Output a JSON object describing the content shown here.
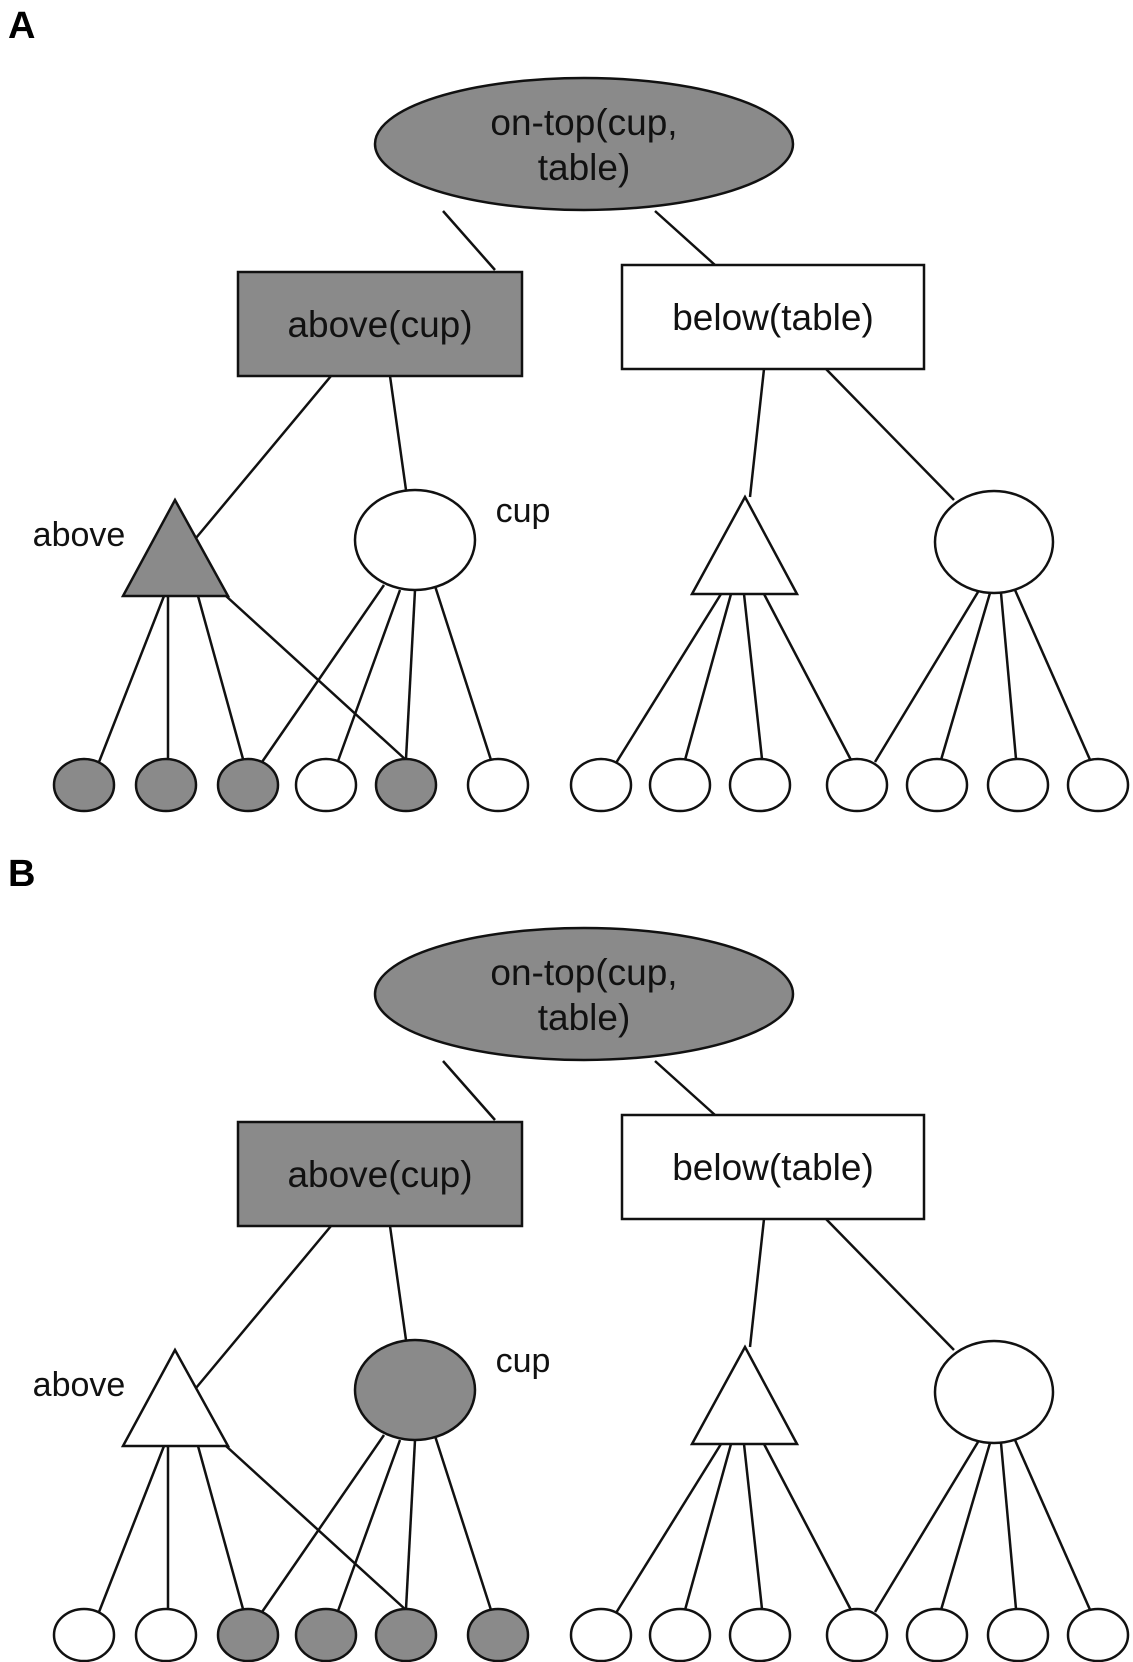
{
  "colors": {
    "active": "#8a8a8a",
    "inactive": "#ffffff",
    "stroke": "#111111"
  },
  "panels": [
    {
      "letter": "A",
      "root": {
        "line1": "on-top(cup,",
        "line2": "table)",
        "active": true
      },
      "left_box": {
        "label": "above(cup)",
        "active": true
      },
      "right_box": {
        "label": "below(table)",
        "active": false
      },
      "left_triangle": {
        "label": "above",
        "active": true
      },
      "left_circle": {
        "label": "cup",
        "active": false
      },
      "right_triangle": {
        "active": false
      },
      "right_circle": {
        "active": false
      },
      "leaves": [
        true,
        true,
        true,
        false,
        true,
        false,
        false,
        false,
        false,
        false,
        false,
        false,
        false
      ]
    },
    {
      "letter": "B",
      "root": {
        "line1": "on-top(cup,",
        "line2": "table)",
        "active": true
      },
      "left_box": {
        "label": "above(cup)",
        "active": true
      },
      "right_box": {
        "label": "below(table)",
        "active": false
      },
      "left_triangle": {
        "label": "above",
        "active": false
      },
      "left_circle": {
        "label": "cup",
        "active": true
      },
      "right_triangle": {
        "active": false
      },
      "right_circle": {
        "active": false
      },
      "leaves": [
        false,
        false,
        true,
        true,
        true,
        true,
        false,
        false,
        false,
        false,
        false,
        false,
        false
      ]
    }
  ]
}
